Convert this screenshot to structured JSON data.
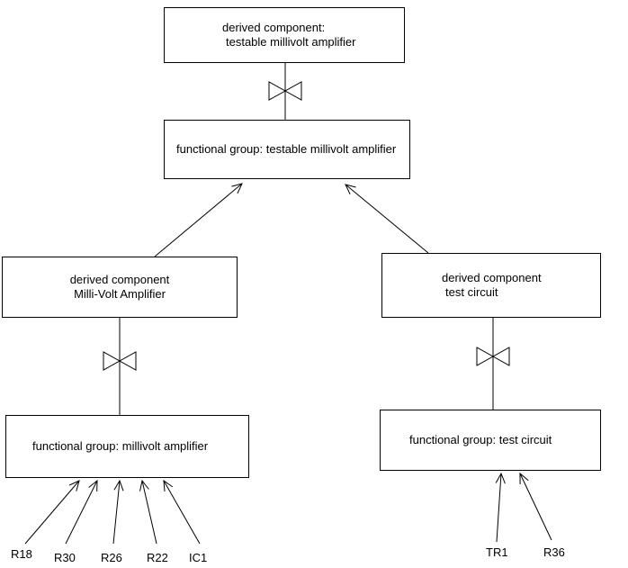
{
  "diagram": {
    "top_box": {
      "line1": "derived component:",
      "line2": "testable millivolt amplifier"
    },
    "fg_top_box": {
      "label": "functional group: testable millivolt amplifier"
    },
    "dc_left_box": {
      "line1": "derived component",
      "line2": "Milli-Volt Amplifier"
    },
    "dc_right_box": {
      "line1": "derived component",
      "line2": "test circuit"
    },
    "fg_left_box": {
      "label": "functional group: millivolt amplifier"
    },
    "fg_right_box": {
      "label": "functional group: test circuit"
    },
    "left_components": [
      "R18",
      "R30",
      "R26",
      "R22",
      "IC1"
    ],
    "right_components": [
      "TR1",
      "R36"
    ],
    "colors": {
      "line": "#000000",
      "background": "#ffffff",
      "box_fill": "#ffffff"
    }
  }
}
